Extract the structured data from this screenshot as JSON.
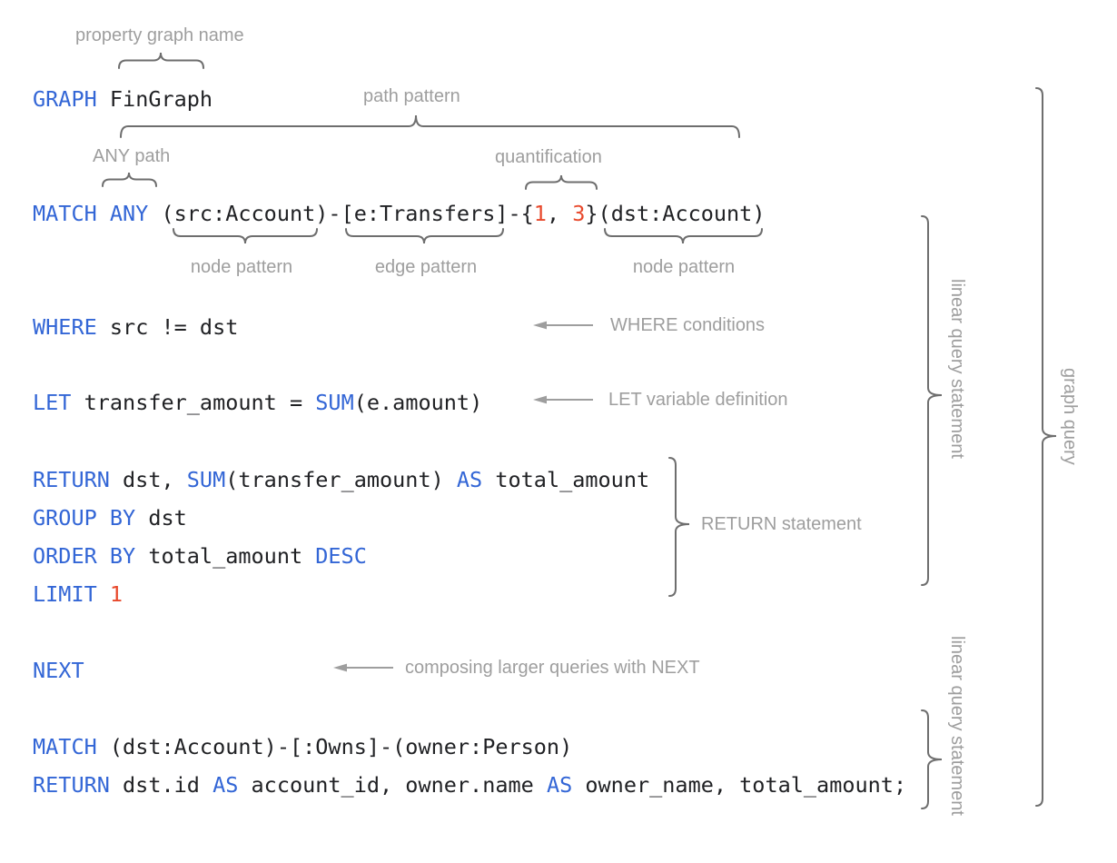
{
  "colors": {
    "keyword": "#3366d6",
    "number": "#e8492c",
    "code_text": "#202124",
    "annotation_label": "#9e9e9e",
    "brace_stroke": "#6e6e6e",
    "arrow": "#9e9e9e",
    "background": "#ffffff"
  },
  "code": {
    "lines": [
      {
        "name": "graph-clause",
        "tokens": [
          {
            "t": "GRAPH",
            "c": "kw"
          },
          {
            "t": " FinGraph",
            "c": "pl"
          }
        ]
      },
      {
        "name": "match-path-pattern",
        "tokens": [
          {
            "t": "MATCH ANY",
            "c": "kw"
          },
          {
            "t": " (src:Account)-[e:Transfers]-{",
            "c": "pl"
          },
          {
            "t": "1",
            "c": "num"
          },
          {
            "t": ", ",
            "c": "pl"
          },
          {
            "t": "3",
            "c": "num"
          },
          {
            "t": "}(dst:Account)",
            "c": "pl"
          }
        ]
      },
      {
        "name": "where-clause",
        "tokens": [
          {
            "t": "WHERE",
            "c": "kw"
          },
          {
            "t": " src != dst",
            "c": "pl"
          }
        ]
      },
      {
        "name": "let-clause",
        "tokens": [
          {
            "t": "LET",
            "c": "kw"
          },
          {
            "t": " transfer_amount = ",
            "c": "pl"
          },
          {
            "t": "SUM",
            "c": "kw"
          },
          {
            "t": "(e.amount)",
            "c": "pl"
          }
        ]
      },
      {
        "name": "return-clause-1",
        "tokens": [
          {
            "t": "RETURN",
            "c": "kw"
          },
          {
            "t": " dst, ",
            "c": "pl"
          },
          {
            "t": "SUM",
            "c": "kw"
          },
          {
            "t": "(transfer_amount) ",
            "c": "pl"
          },
          {
            "t": "AS",
            "c": "kw"
          },
          {
            "t": " total_amount",
            "c": "pl"
          }
        ]
      },
      {
        "name": "group-by-clause",
        "tokens": [
          {
            "t": "GROUP BY",
            "c": "kw"
          },
          {
            "t": " dst",
            "c": "pl"
          }
        ]
      },
      {
        "name": "order-by-clause",
        "tokens": [
          {
            "t": "ORDER BY",
            "c": "kw"
          },
          {
            "t": " total_amount ",
            "c": "pl"
          },
          {
            "t": "DESC",
            "c": "kw"
          }
        ]
      },
      {
        "name": "limit-clause",
        "tokens": [
          {
            "t": "LIMIT",
            "c": "kw"
          },
          {
            "t": " ",
            "c": "pl"
          },
          {
            "t": "1",
            "c": "num"
          }
        ]
      },
      {
        "name": "next-clause",
        "tokens": [
          {
            "t": "NEXT",
            "c": "kw"
          }
        ]
      },
      {
        "name": "match-clause-2",
        "tokens": [
          {
            "t": "MATCH",
            "c": "kw"
          },
          {
            "t": " (dst:Account)-[:Owns]-(owner:Person)",
            "c": "pl"
          }
        ]
      },
      {
        "name": "return-clause-2",
        "tokens": [
          {
            "t": "RETURN",
            "c": "kw"
          },
          {
            "t": " dst.id ",
            "c": "pl"
          },
          {
            "t": "AS",
            "c": "kw"
          },
          {
            "t": " account_id, owner.name ",
            "c": "pl"
          },
          {
            "t": "AS",
            "c": "kw"
          },
          {
            "t": " owner_name, total_amount;",
            "c": "pl"
          }
        ]
      }
    ]
  },
  "annotations": {
    "property_graph_name": "property graph name",
    "path_pattern": "path pattern",
    "any_path": "ANY path",
    "quantification": "quantification",
    "node_pattern_left": "node pattern",
    "edge_pattern": "edge pattern",
    "node_pattern_right": "node pattern",
    "where_conditions": "WHERE conditions",
    "let_variable_definition": "LET variable definition",
    "return_statement": "RETURN statement",
    "composing_next": "composing larger queries with NEXT",
    "linear_query_statement_top": "linear query statement",
    "linear_query_statement_bottom": "linear query statement",
    "graph_query": "graph query"
  }
}
